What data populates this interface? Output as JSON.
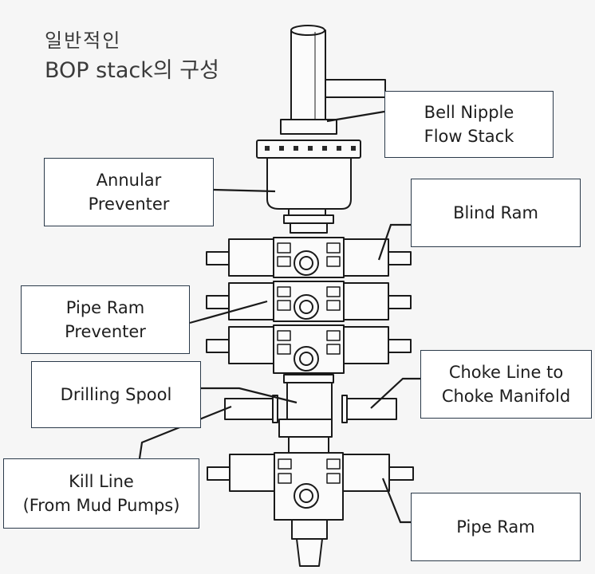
{
  "title": {
    "line1": "일반적인",
    "line2": "BOP stack의 구성"
  },
  "labels": {
    "bell_nipple": "Bell Nipple\nFlow Stack",
    "annular_preventer": "Annular\nPreventer",
    "blind_ram": "Blind Ram",
    "pipe_ram_preventer": "Pipe Ram\nPreventer",
    "drilling_spool": "Drilling Spool",
    "choke_line": "Choke Line to\nChoke Manifold",
    "kill_line": "Kill Line\n(From Mud Pumps)",
    "pipe_ram": "Pipe Ram"
  },
  "colors": {
    "background": "#f6f6f6",
    "box_border": "#2b3a4a",
    "line": "#1a1a1a"
  }
}
